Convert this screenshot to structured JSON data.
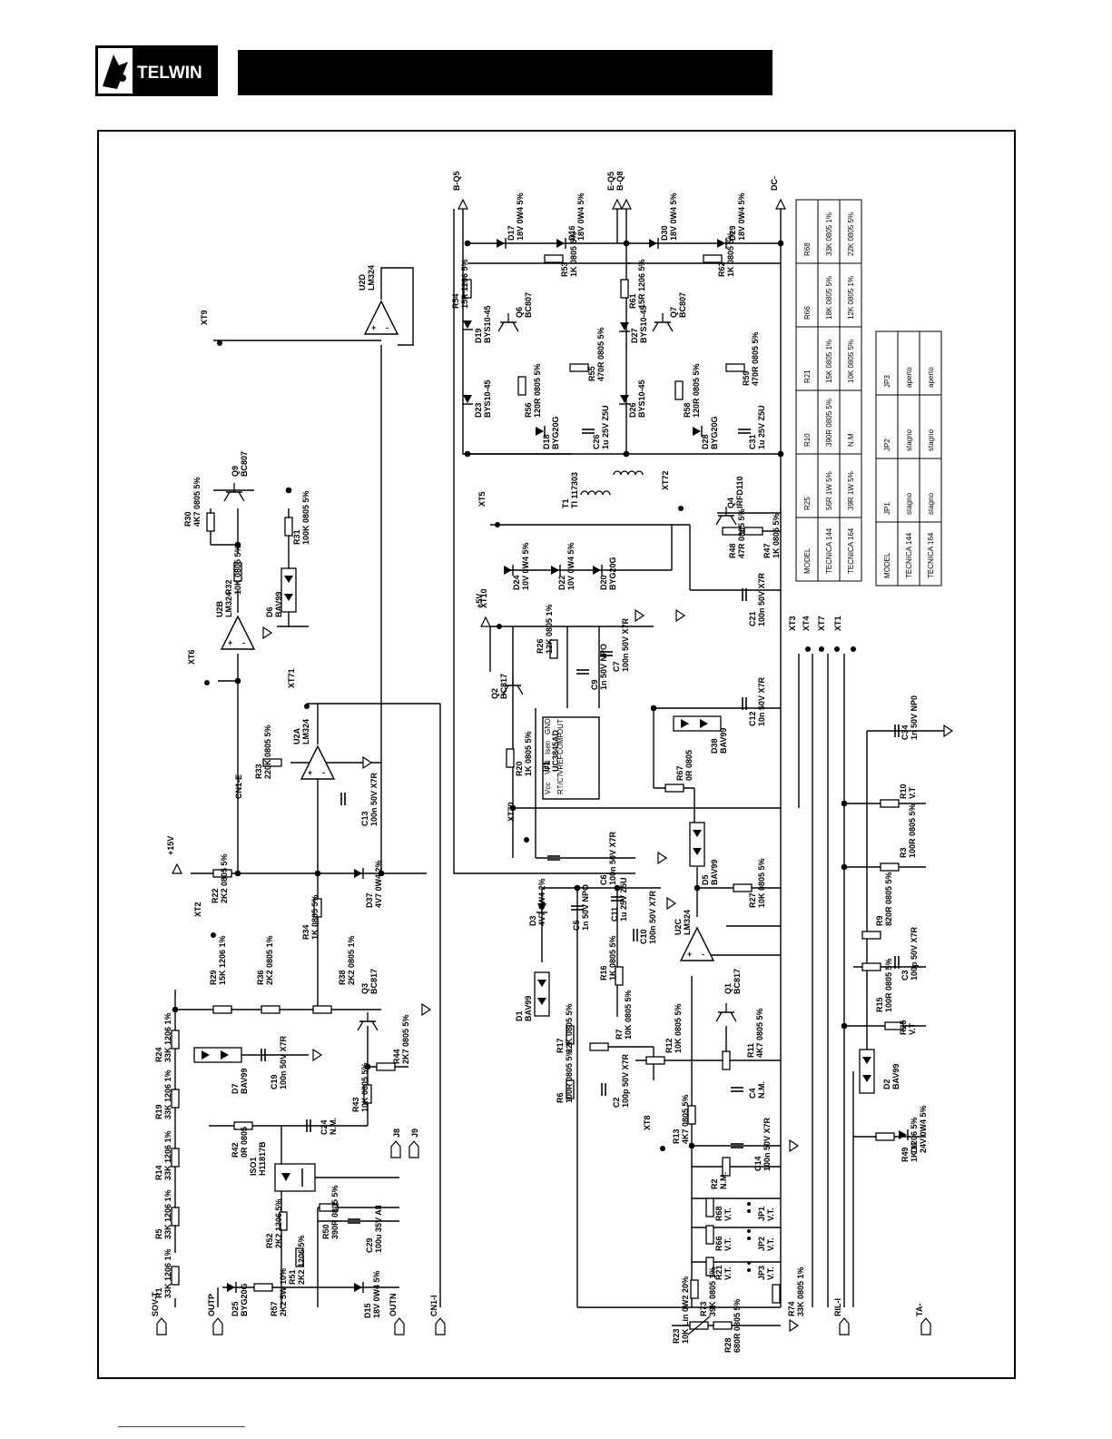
{
  "header": {
    "brand": "TELWIN",
    "title_bar_color": "#000000"
  },
  "colors": {
    "ink": "#000000",
    "paper": "#ffffff",
    "footer_link": "#3a3ad8"
  },
  "nets": [
    "SOV-T",
    "OUTP",
    "OUTN",
    "CN1-I",
    "CN1-E",
    "XT1",
    "XT2",
    "XT3",
    "XT4",
    "XT5",
    "XT6",
    "XT7",
    "XT8",
    "XT9",
    "XT10",
    "XT70",
    "XT71",
    "XT72",
    "B-Q5",
    "E-Q5",
    "B-Q8",
    "DC-",
    "RIL-I",
    "TA-",
    "+15V",
    "+5V"
  ],
  "components": [
    {
      "ref": "R1",
      "value": "33K 1206 1%"
    },
    {
      "ref": "R5",
      "value": "33K 1206 1%"
    },
    {
      "ref": "R14",
      "value": "33K 1206 1%"
    },
    {
      "ref": "R19",
      "value": "33K 1206 1%"
    },
    {
      "ref": "R24",
      "value": "33K 1206 1%"
    },
    {
      "ref": "R29",
      "value": "15K 1206 1%"
    },
    {
      "ref": "R36",
      "value": "2K2 0805 1%"
    },
    {
      "ref": "R38",
      "value": "2K2 0805 1%"
    },
    {
      "ref": "R42",
      "value": "0R 0805"
    },
    {
      "ref": "R43",
      "value": "10K 0805 5%"
    },
    {
      "ref": "R44",
      "value": "2K7 0805 5%"
    },
    {
      "ref": "R50",
      "value": "390R 0805 5%"
    },
    {
      "ref": "R51",
      "value": "2K2 1206 5%"
    },
    {
      "ref": "R52",
      "value": "2K2 1206 5%"
    },
    {
      "ref": "R57",
      "value": "2K2 5W 10%"
    },
    {
      "ref": "C19",
      "value": "100n 50V X7R"
    },
    {
      "ref": "C24",
      "value": "N.M."
    },
    {
      "ref": "C29",
      "value": "100u 35V All"
    },
    {
      "ref": "D7",
      "value": "BAV99"
    },
    {
      "ref": "D15",
      "value": "18V 0W4 5%"
    },
    {
      "ref": "D25",
      "value": "BYG20G"
    },
    {
      "ref": "Q3",
      "value": "BC817"
    },
    {
      "ref": "ISO1",
      "value": "H11817B"
    },
    {
      "ref": "R22",
      "value": "2K2 0805 5%"
    },
    {
      "ref": "R34",
      "value": "1K 0805 5%"
    },
    {
      "ref": "R33",
      "value": "220K 0805 5%"
    },
    {
      "ref": "C13",
      "value": "100n 50V X7R"
    },
    {
      "ref": "D37",
      "value": "4V7 0W4 2%"
    },
    {
      "ref": "U2A",
      "value": "LM324"
    },
    {
      "ref": "U2B",
      "value": "LM324"
    },
    {
      "ref": "U2C",
      "value": "LM324"
    },
    {
      "ref": "U2D",
      "value": "LM324"
    },
    {
      "ref": "R30",
      "value": "4K7 0805 5%"
    },
    {
      "ref": "R31",
      "value": "100K 0805 5%"
    },
    {
      "ref": "R32",
      "value": "10K 0805 5%"
    },
    {
      "ref": "D6",
      "value": "BAV99"
    },
    {
      "ref": "Q9",
      "value": "BC807"
    },
    {
      "ref": "R6",
      "value": "100R 0805 5%"
    },
    {
      "ref": "R7",
      "value": "10K 0805 5%"
    },
    {
      "ref": "R11",
      "value": "4K7 0805 5%"
    },
    {
      "ref": "R12",
      "value": "10K 0805 5%"
    },
    {
      "ref": "R13",
      "value": "4K7 0805 5%"
    },
    {
      "ref": "R16",
      "value": "1K 0805 5%"
    },
    {
      "ref": "R17",
      "value": "22K 0805 5%"
    },
    {
      "ref": "R27",
      "value": "10K 0805 5%"
    },
    {
      "ref": "C2",
      "value": "100p 50V X7R"
    },
    {
      "ref": "C4",
      "value": "N.M."
    },
    {
      "ref": "C5",
      "value": "1n 50V NPO"
    },
    {
      "ref": "C10",
      "value": "100n 50V X7R"
    },
    {
      "ref": "C11",
      "value": "1u 25V Z5U"
    },
    {
      "ref": "C14",
      "value": "100n 50V X7R"
    },
    {
      "ref": "D1",
      "value": "BAV99"
    },
    {
      "ref": "D3",
      "value": "4V7 0W4 2%"
    },
    {
      "ref": "D5",
      "value": "BAV99"
    },
    {
      "ref": "Q1",
      "value": "BC817"
    },
    {
      "ref": "R2",
      "value": "N.M."
    },
    {
      "ref": "R23",
      "value": "10K Lin 0W2 20%"
    },
    {
      "ref": "R28",
      "value": "680R 0805 5%"
    },
    {
      "ref": "R73",
      "value": "39K 0805 1%"
    },
    {
      "ref": "R74",
      "value": "33K 0805 1%"
    },
    {
      "ref": "R21",
      "value": "V.T."
    },
    {
      "ref": "R66",
      "value": "V.T."
    },
    {
      "ref": "R68",
      "value": "V.T."
    },
    {
      "ref": "JP1",
      "value": "V.T."
    },
    {
      "ref": "JP2",
      "value": "V.T."
    },
    {
      "ref": "JP3",
      "value": "V.T."
    },
    {
      "ref": "R20",
      "value": "1K 0805 5%"
    },
    {
      "ref": "R26",
      "value": "12K 0805 1%"
    },
    {
      "ref": "R67",
      "value": "0R 0805"
    },
    {
      "ref": "C6",
      "value": "100n 50V X7R"
    },
    {
      "ref": "C7",
      "value": "100n 50V X7R"
    },
    {
      "ref": "C9",
      "value": "1n 50V NPO"
    },
    {
      "ref": "C12",
      "value": "10n 50V X7R"
    },
    {
      "ref": "C21",
      "value": "100n 50V X7R"
    },
    {
      "ref": "D38",
      "value": "BAV99"
    },
    {
      "ref": "Q2",
      "value": "BC817"
    },
    {
      "ref": "U1",
      "value": "UC3845AD"
    },
    {
      "ref": "R47",
      "value": "1K 0805 5%"
    },
    {
      "ref": "R48",
      "value": "47R 0805 5%"
    },
    {
      "ref": "Q4",
      "value": "IRFD110"
    },
    {
      "ref": "T1",
      "value": "TI 117303"
    },
    {
      "ref": "D20",
      "value": "BYG20G"
    },
    {
      "ref": "D22",
      "value": "10V 0W4 5%"
    },
    {
      "ref": "D24",
      "value": "10V 0W4 5%"
    },
    {
      "ref": "R53",
      "value": "1K 0805 5%"
    },
    {
      "ref": "R54",
      "value": "15R 1206 5%"
    },
    {
      "ref": "R55",
      "value": "470R 0805 5%"
    },
    {
      "ref": "R56",
      "value": "120R 0805 5%"
    },
    {
      "ref": "C26",
      "value": "1u 25V Z5U"
    },
    {
      "ref": "D16",
      "value": "18V 0W4 5%"
    },
    {
      "ref": "D17",
      "value": "18V 0W4 5%"
    },
    {
      "ref": "D18",
      "value": "BYG20G"
    },
    {
      "ref": "D19",
      "value": "BYS10-45"
    },
    {
      "ref": "D23",
      "value": "BYS10-45"
    },
    {
      "ref": "Q6",
      "value": "BC807"
    },
    {
      "ref": "R58",
      "value": "120R 0805 5%"
    },
    {
      "ref": "R59",
      "value": "470R 0805 5%"
    },
    {
      "ref": "R61",
      "value": "15R 1206 5%"
    },
    {
      "ref": "R62",
      "value": "1K 0805 5%"
    },
    {
      "ref": "C31",
      "value": "1u 25V Z5U"
    },
    {
      "ref": "D26",
      "value": "BYS10-45"
    },
    {
      "ref": "D27",
      "value": "BYS10-45"
    },
    {
      "ref": "D28",
      "value": "BYG20G"
    },
    {
      "ref": "D29",
      "value": "18V 0W4 5%"
    },
    {
      "ref": "D30",
      "value": "18V 0W4 5%"
    },
    {
      "ref": "Q7",
      "value": "BC807"
    },
    {
      "ref": "R3",
      "value": "100R 0805 5%"
    },
    {
      "ref": "R9",
      "value": "820R 0805 5%"
    },
    {
      "ref": "R10",
      "value": "V.T"
    },
    {
      "ref": "R15",
      "value": "100R 0805 5%"
    },
    {
      "ref": "R25",
      "value": "V.T"
    },
    {
      "ref": "R49",
      "value": "1K 1206 5%"
    },
    {
      "ref": "C3",
      "value": "100p 50V X7R"
    },
    {
      "ref": "C34",
      "value": "1n 50V NP0"
    },
    {
      "ref": "D2",
      "value": "BAV99"
    },
    {
      "ref": "D4",
      "value": "24V 0W4 5%"
    },
    {
      "ref": "J8",
      "value": ""
    },
    {
      "ref": "J9",
      "value": ""
    }
  ],
  "variant_table_resistors": {
    "headers": [
      "MODEL",
      "R25",
      "R10",
      "R21",
      "R66",
      "R68"
    ],
    "rows": [
      [
        "TECNICA 144",
        "56R 1W 5%",
        "390R 0805 5%",
        "15K 0805 1%",
        "18K 0805 5%",
        "33K 0805 1%"
      ],
      [
        "TECNICA 164",
        "39R 1W 5%",
        "N.M",
        "10K 0805 5%",
        "12K 0805 1%",
        "22K 0805 5%"
      ]
    ]
  },
  "variant_table_jumpers": {
    "headers": [
      "MODEL",
      "JP1",
      "JP2",
      "JP3"
    ],
    "rows": [
      [
        "TECNICA 144",
        "stagno",
        "stagno",
        "aperto"
      ],
      [
        "TECNICA 164",
        "stagno",
        "stagno",
        "aperto"
      ]
    ]
  }
}
